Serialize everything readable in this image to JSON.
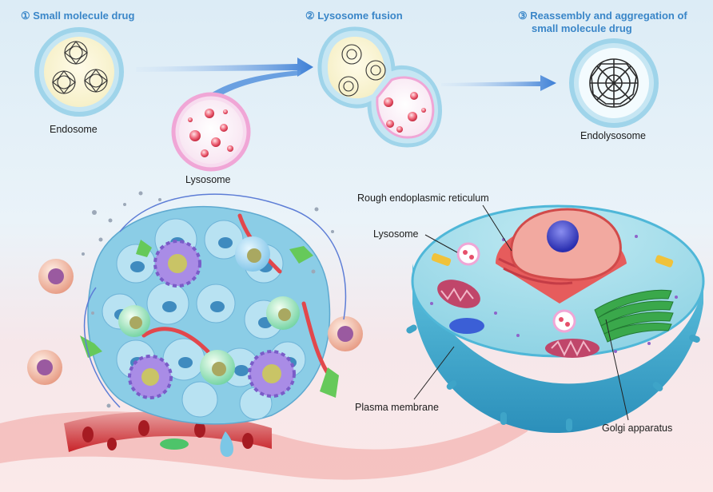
{
  "steps": {
    "step1": "① Small molecule drug",
    "step2": "② Lysosome fusion",
    "step3_line1": "③ Reassembly and aggregation of",
    "step3_line2": "small molecule drug"
  },
  "labels": {
    "endosome": "Endosome",
    "lysosome_top": "Lysosome",
    "endolysosome": "Endolysosome",
    "rough_er": "Rough endoplasmic reticulum",
    "lysosome_cell": "Lysosome",
    "plasma_membrane": "Plasma membrane",
    "golgi": "Golgi apparatus"
  },
  "colors": {
    "step_text": "#3a86c8",
    "endosome_ring": "#9fd4ea",
    "lysosome_ring": "#f0a6d6",
    "arrow": "#3d7fd6",
    "cell_body": "#4fb7d8",
    "nucleus": "#e8645a",
    "vessel": "#c8242a"
  }
}
